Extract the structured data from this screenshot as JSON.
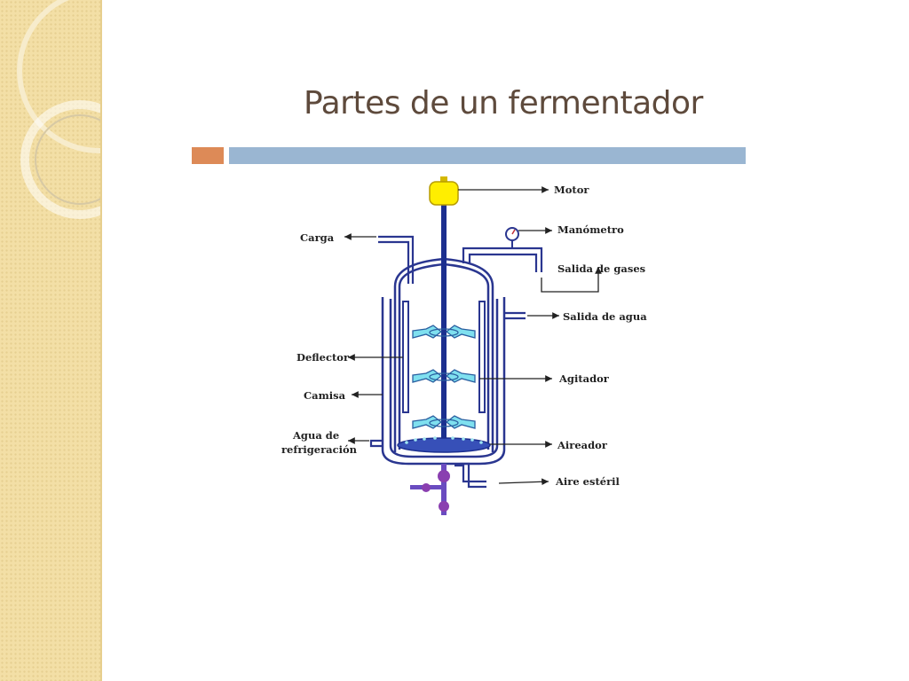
{
  "slide": {
    "title": "Partes de un fermentador"
  },
  "diagram": {
    "labels": {
      "motor": "Motor",
      "manometro": "Manómetro",
      "salida_gases": "Salida de gases",
      "salida_agua": "Salida de agua",
      "agitador": "Agitador",
      "aireador": "Aireador",
      "aire_esteril": "Aire estéril",
      "carga": "Carga",
      "deflector": "Deflector",
      "camisa": "Camisa",
      "agua_refrigeracion_1": "Agua de",
      "agua_refrigeracion_2": "refrigeración"
    }
  },
  "colors": {
    "title": "#5e4a3c",
    "accent_bar": "#dd8a57",
    "main_bar": "#9ab6d2",
    "sidebar": "#f3dfa6",
    "motor": "#ffee00",
    "shaft": "#1c2f8f",
    "impeller": "#7fe0ef",
    "valve": "#8a3fb0"
  }
}
